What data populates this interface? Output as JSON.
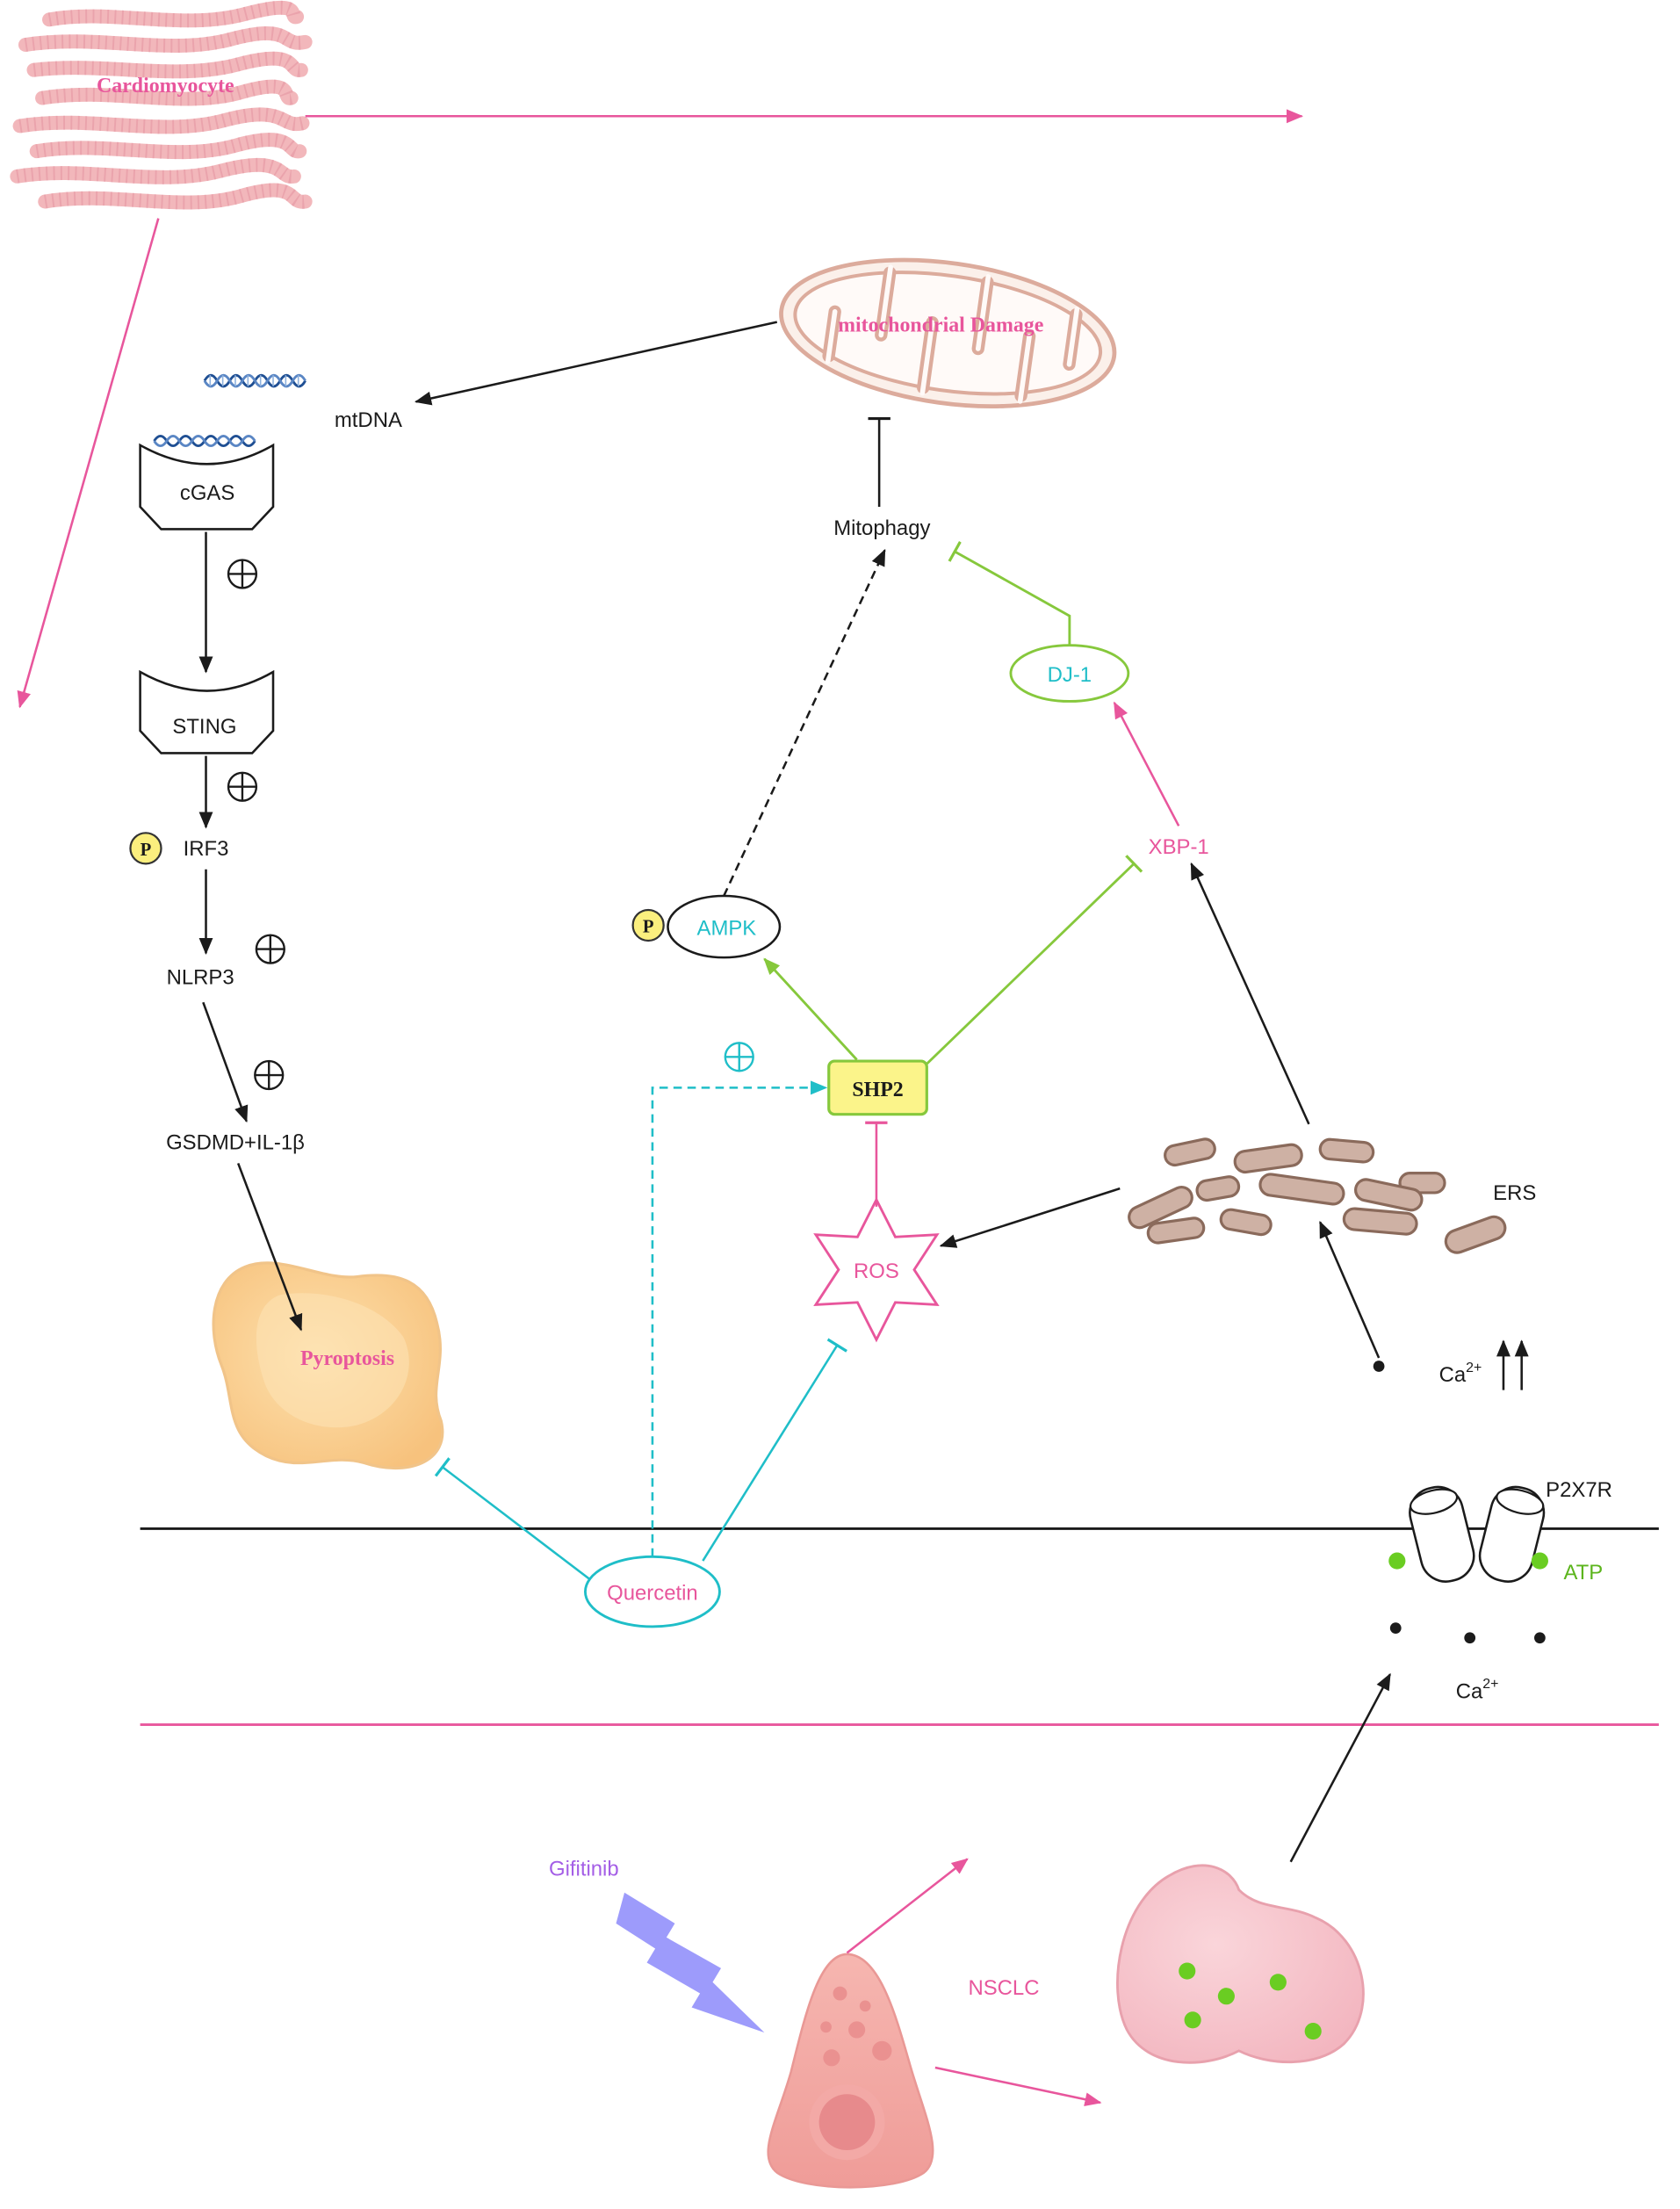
{
  "labels": {
    "cardiomyocyte": "Cardiomyocyte",
    "mitochondrial_damage": "mitochondrial Damage",
    "mtdna": "mtDNA",
    "cgas": "cGAS",
    "sting": "STING",
    "phospho": "P",
    "irf3": "IRF3",
    "nlrp3": "NLRP3",
    "gsdmd_il1b": "GSDMD+IL-1β",
    "pyroptosis": "Pyroptosis",
    "mitophagy": "Mitophagy",
    "dj1": "DJ-1",
    "xbp1": "XBP-1",
    "ampk": "AMPK",
    "shp2": "SHP2",
    "ros": "ROS",
    "ers": "ERS",
    "calcium": {
      "base": "Ca",
      "charge": "2+"
    },
    "p2x7r": "P2X7R",
    "atp": "ATP",
    "quercetin": "Quercetin",
    "gifitinib": "Gifitinib",
    "nsclc": "NSCLC"
  },
  "icons": {
    "activation": "plus-circle-icon",
    "calcium_increase": "double-up-arrow-icon",
    "dna": "dna-helix-icon",
    "drug": "lightning-bolt-icon",
    "ion_channel": "p2x7r-channel-icon"
  },
  "colors": {
    "black": "#1b1b1b",
    "pink": "#e8569c",
    "green": "#86c83c",
    "cyan": "#1fbec8",
    "atp_green": "#5cb51d",
    "purple": "#a45ee6",
    "shp2_fill": "#fbf48a",
    "p_fill": "#fbef7e"
  }
}
